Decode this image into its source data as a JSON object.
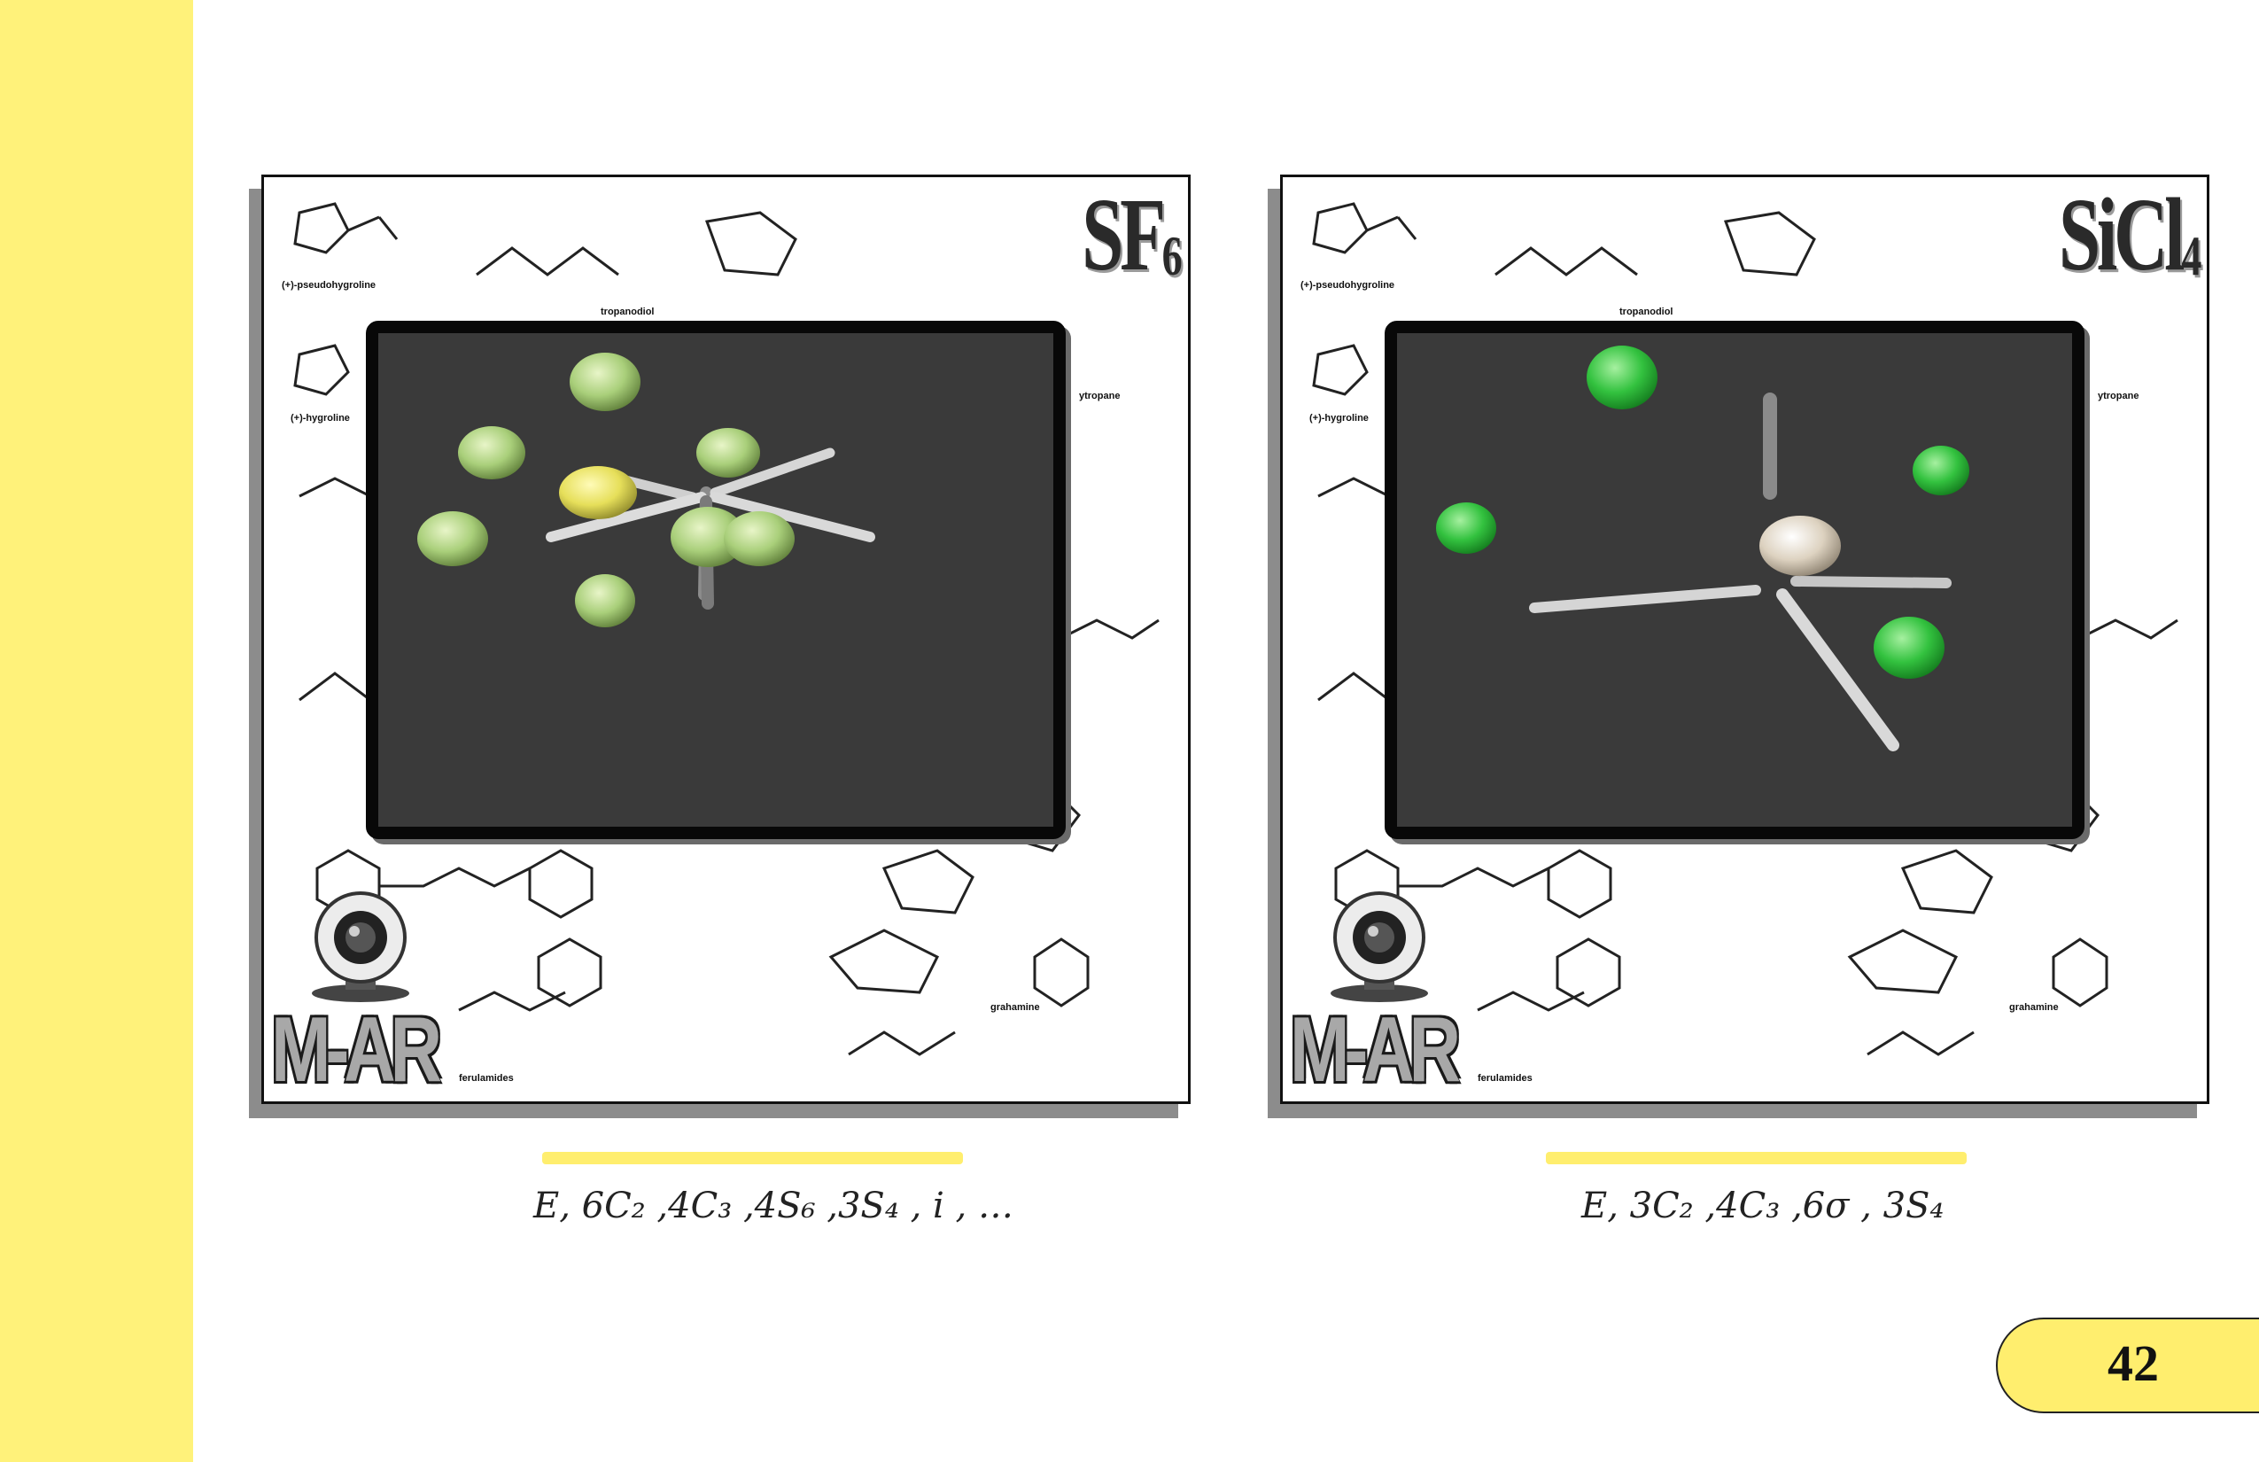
{
  "slide": {
    "page_number": "42",
    "accent_color": "#fff27a"
  },
  "left_panel": {
    "formula": {
      "main": "SF",
      "sub": "6"
    },
    "brand": "M-AR",
    "background_labels": [
      "(+)-pseudohygroline",
      "tropanodiol",
      "(+)-hygroline",
      "…ytropane",
      "ferulamides",
      "grahamine"
    ],
    "operations": "E, 6C₂ ,4C₃ ,4S₆ ,3S₄ , i , …",
    "molecule": "SF6 octahedral model",
    "central_atom_color": "#e6df5a",
    "ligand_color": "#a9cf7a"
  },
  "right_panel": {
    "formula": {
      "main": "SiCl",
      "sub": "4"
    },
    "brand": "M-AR",
    "background_labels": [
      "(+)-pseudohygroline",
      "tropanodiol",
      "(+)-hygroline",
      "…ytropane",
      "ferulamides",
      "grahamine"
    ],
    "operations": "E, 3C₂ ,4C₃ ,6σ , 3S₄",
    "molecule": "SiCl4 tetrahedral model",
    "central_atom_color": "#ddd2c0",
    "ligand_color": "#33c23f"
  },
  "icons": {
    "webcam": "webcam-icon"
  }
}
